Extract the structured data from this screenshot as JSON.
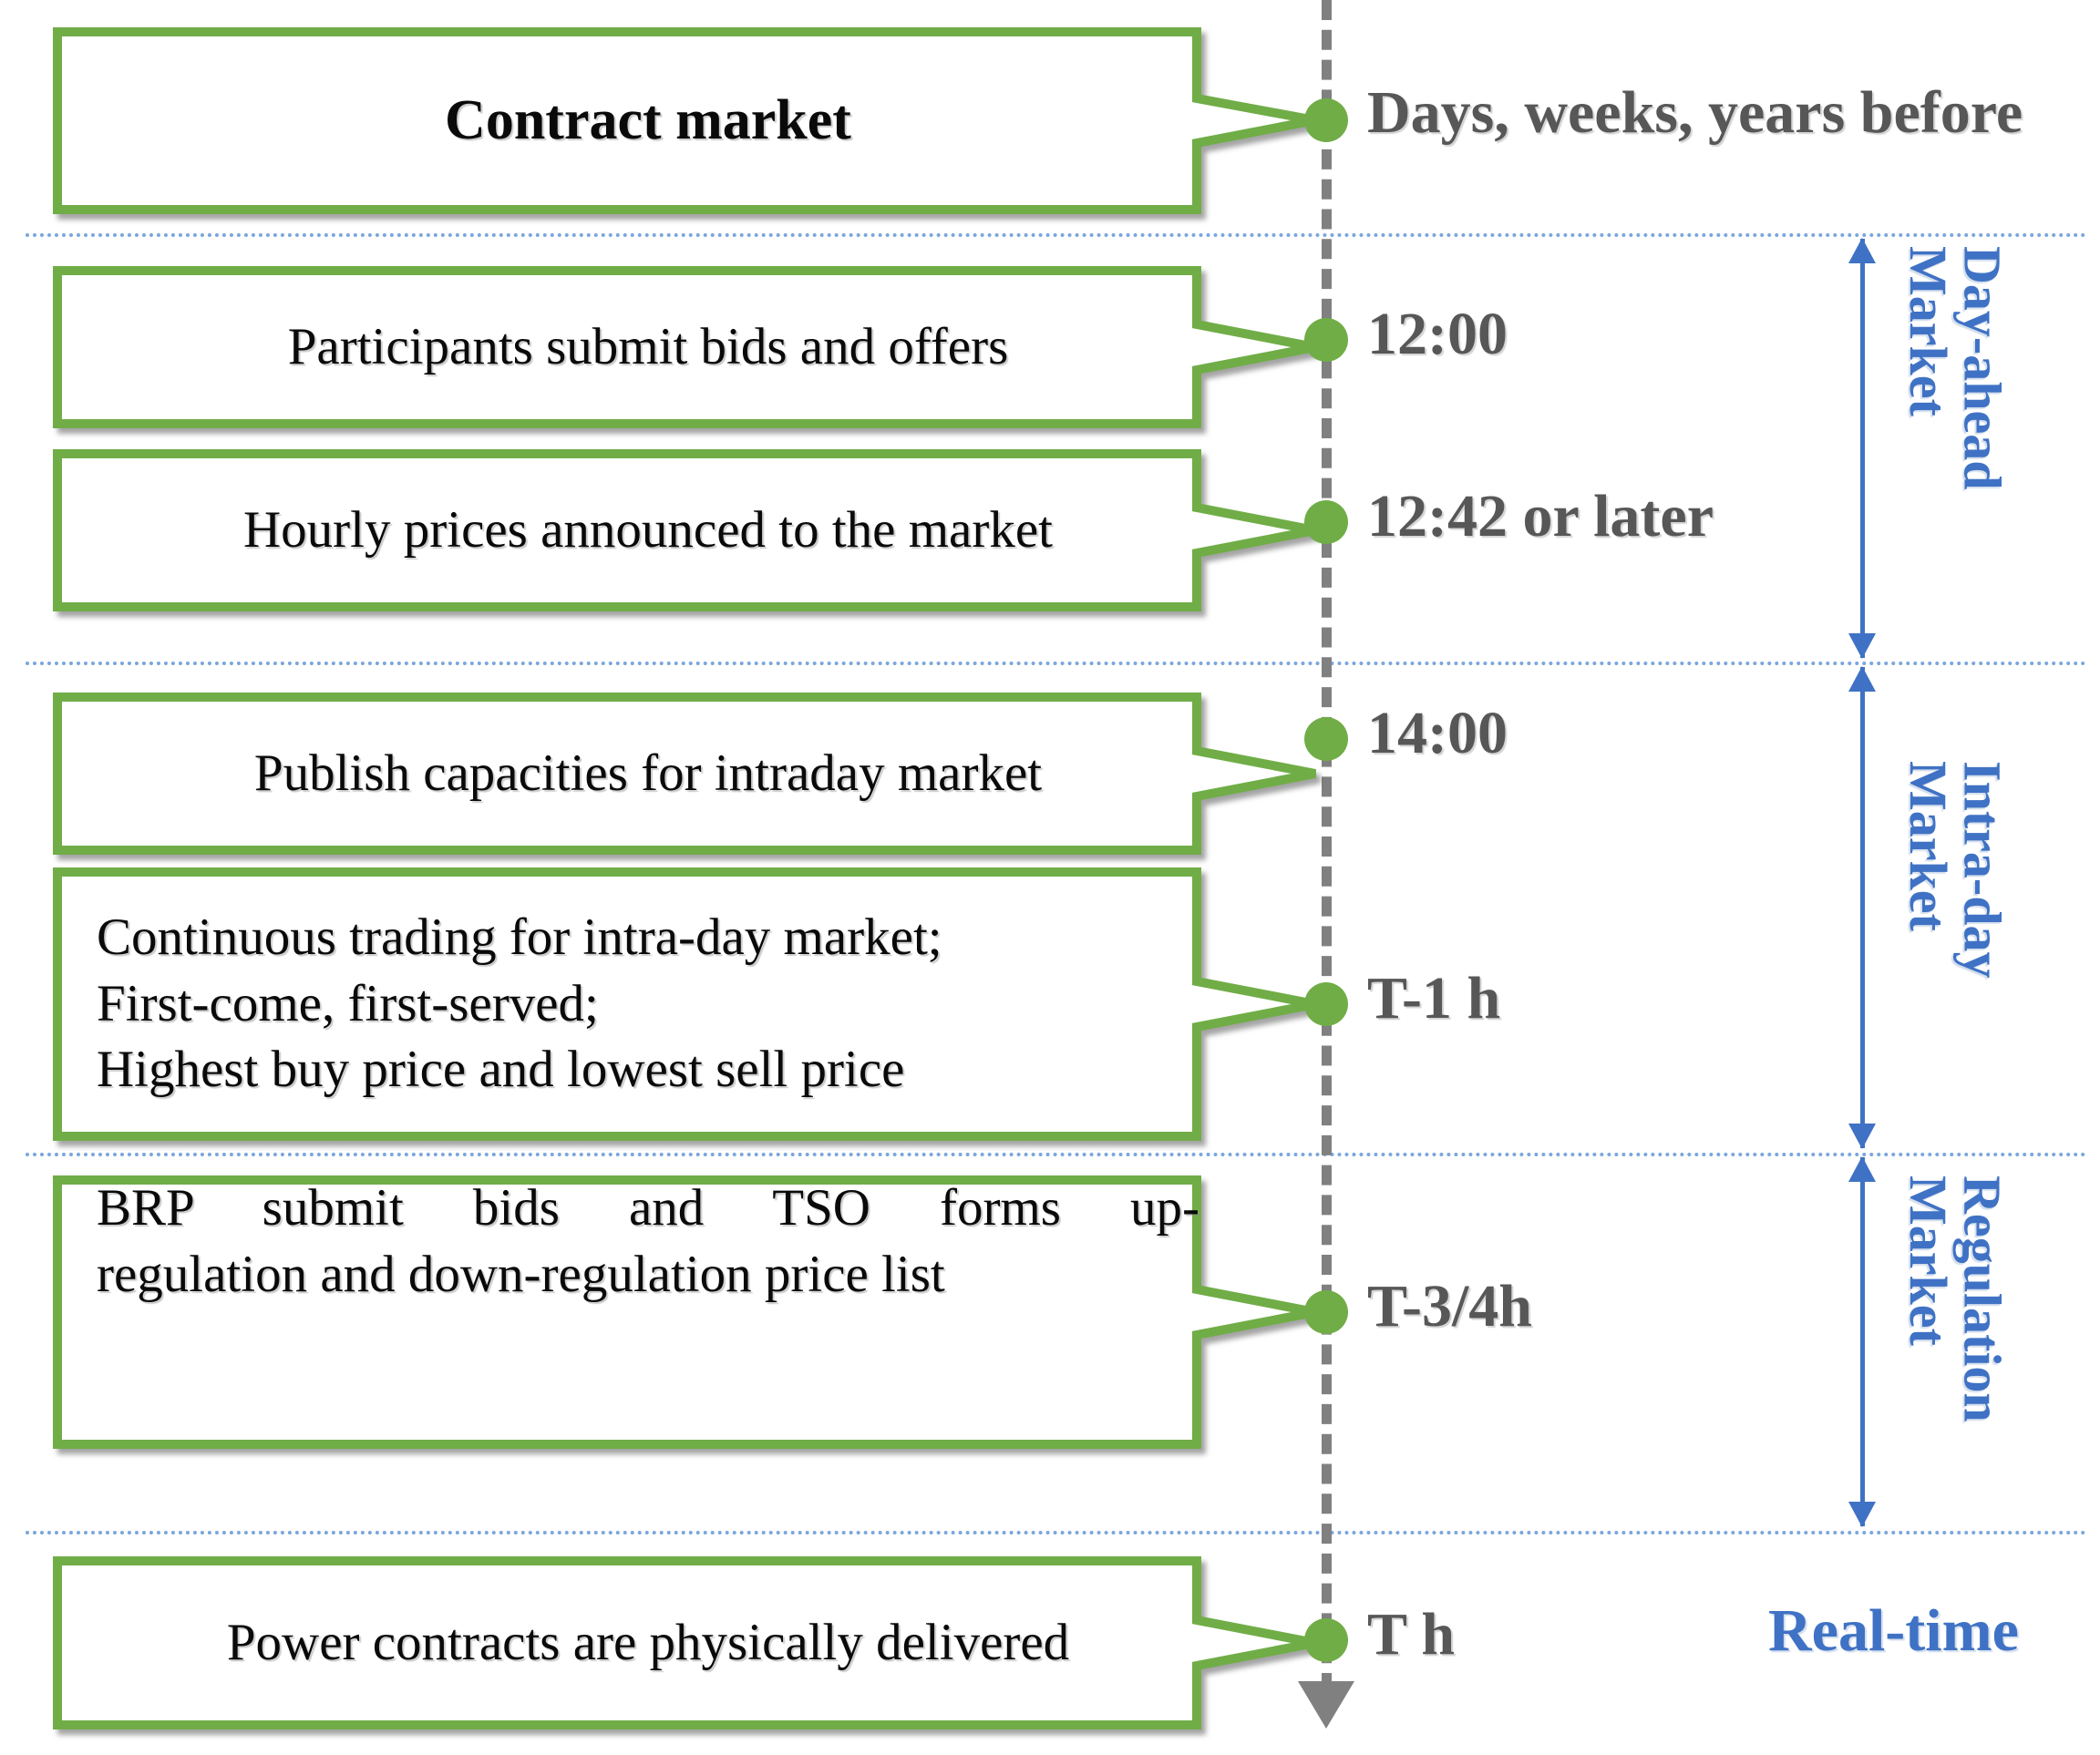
{
  "diagram": {
    "title": "Electricity market timeline",
    "colors": {
      "box_border": "#70ad47",
      "timeline": "#808080",
      "dot": "#70ad47",
      "separator": "#7aa6dd",
      "phase_blue": "#3f72c4",
      "time_label": "#575757"
    },
    "timeline": {
      "name": "vertical-timeline",
      "direction": "downward",
      "style": "dashed"
    },
    "steps": [
      {
        "id": "contract-market",
        "lines": [
          "Contract market"
        ],
        "align": "center",
        "bold": true,
        "time_label": "Days, weeks, years before",
        "time_label_style": "phrase"
      },
      {
        "id": "submit-bids",
        "lines": [
          "Participants submit bids and offers"
        ],
        "align": "center",
        "bold": false,
        "time_label": "12:00",
        "time_label_style": "time"
      },
      {
        "id": "hourly-prices",
        "lines": [
          "Hourly prices announced to the market"
        ],
        "align": "center",
        "bold": false,
        "time_label": "12:42 or later",
        "time_label_style": "time"
      },
      {
        "id": "publish-capacities",
        "lines": [
          "Publish capacities for intraday market"
        ],
        "align": "center",
        "bold": false,
        "time_label": "14:00",
        "time_label_style": "time"
      },
      {
        "id": "continuous-trading",
        "lines": [
          "Continuous trading for intra-day market;",
          "First-come, first-served;",
          "Highest buy price and lowest sell price"
        ],
        "align": "left",
        "bold": false,
        "time_label": "T-1 h",
        "time_label_style": "time"
      },
      {
        "id": "brp-bids",
        "lines": [
          "BRP submit bids and TSO forms up-",
          "regulation and down-regulation price list"
        ],
        "align": "justify",
        "bold": false,
        "time_label": "T-3/4h",
        "time_label_style": "time"
      },
      {
        "id": "physical-delivery",
        "lines": [
          "Power contracts are physically delivered"
        ],
        "align": "center",
        "bold": false,
        "time_label": "T h",
        "time_label_style": "time"
      }
    ],
    "phases": [
      {
        "id": "day-ahead",
        "label": "Day-ahead\nMarket",
        "arrow": "double"
      },
      {
        "id": "intra-day",
        "label": "Intra-day\nMarket",
        "arrow": "double"
      },
      {
        "id": "regulation",
        "label": "Regulation\nMarket",
        "arrow": "double"
      }
    ],
    "phase_labels": {
      "day_ahead_line1": "Day-ahead",
      "day_ahead_line2": "Market",
      "intra_day_line1": "Intra-day",
      "intra_day_line2": "Market",
      "regulation_line1": "Regulation",
      "regulation_line2": "Market"
    },
    "realtime_label": "Real-time"
  }
}
